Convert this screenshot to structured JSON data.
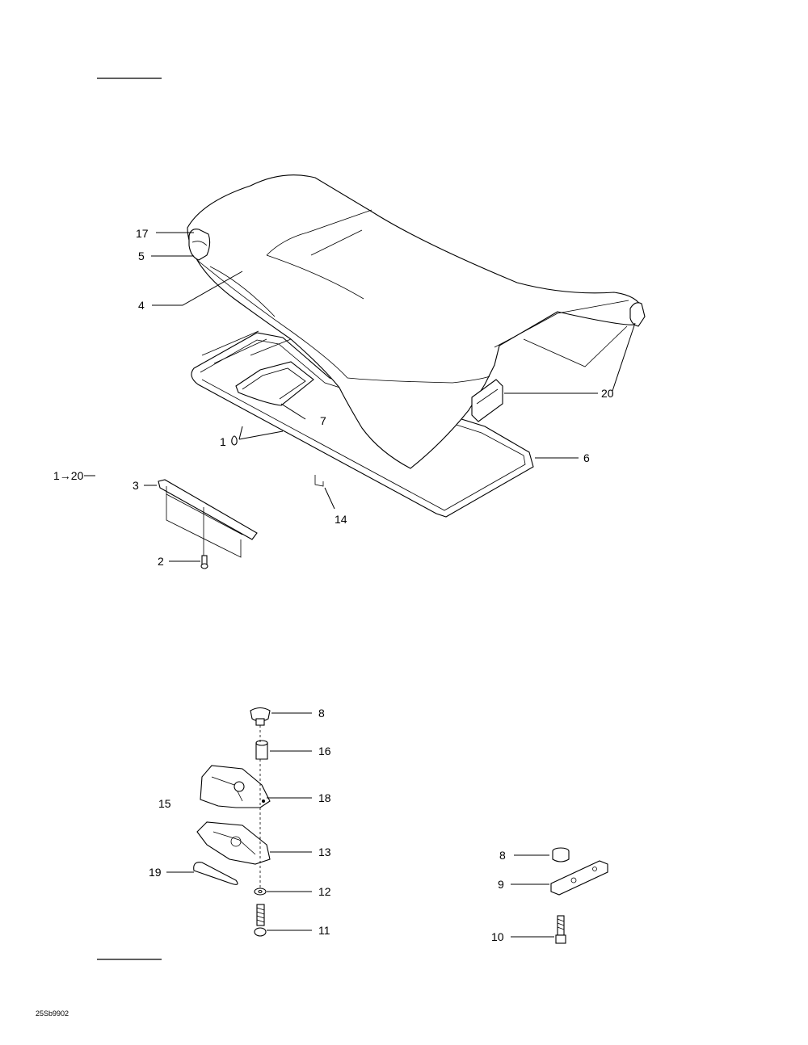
{
  "callouts": {
    "c17": "17",
    "c5": "5",
    "c4": "4",
    "c20": "20",
    "c7": "7",
    "c1": "1",
    "c6": "6",
    "c1to20": "1→20",
    "c3": "3",
    "c14": "14",
    "c2": "2",
    "c8a": "8",
    "c16": "16",
    "c15": "15",
    "c18": "18",
    "c13": "13",
    "c19": "19",
    "c12": "12",
    "c11": "11",
    "c8b": "8",
    "c9": "9",
    "c10": "10"
  },
  "drawing_code": "25Sb9902"
}
